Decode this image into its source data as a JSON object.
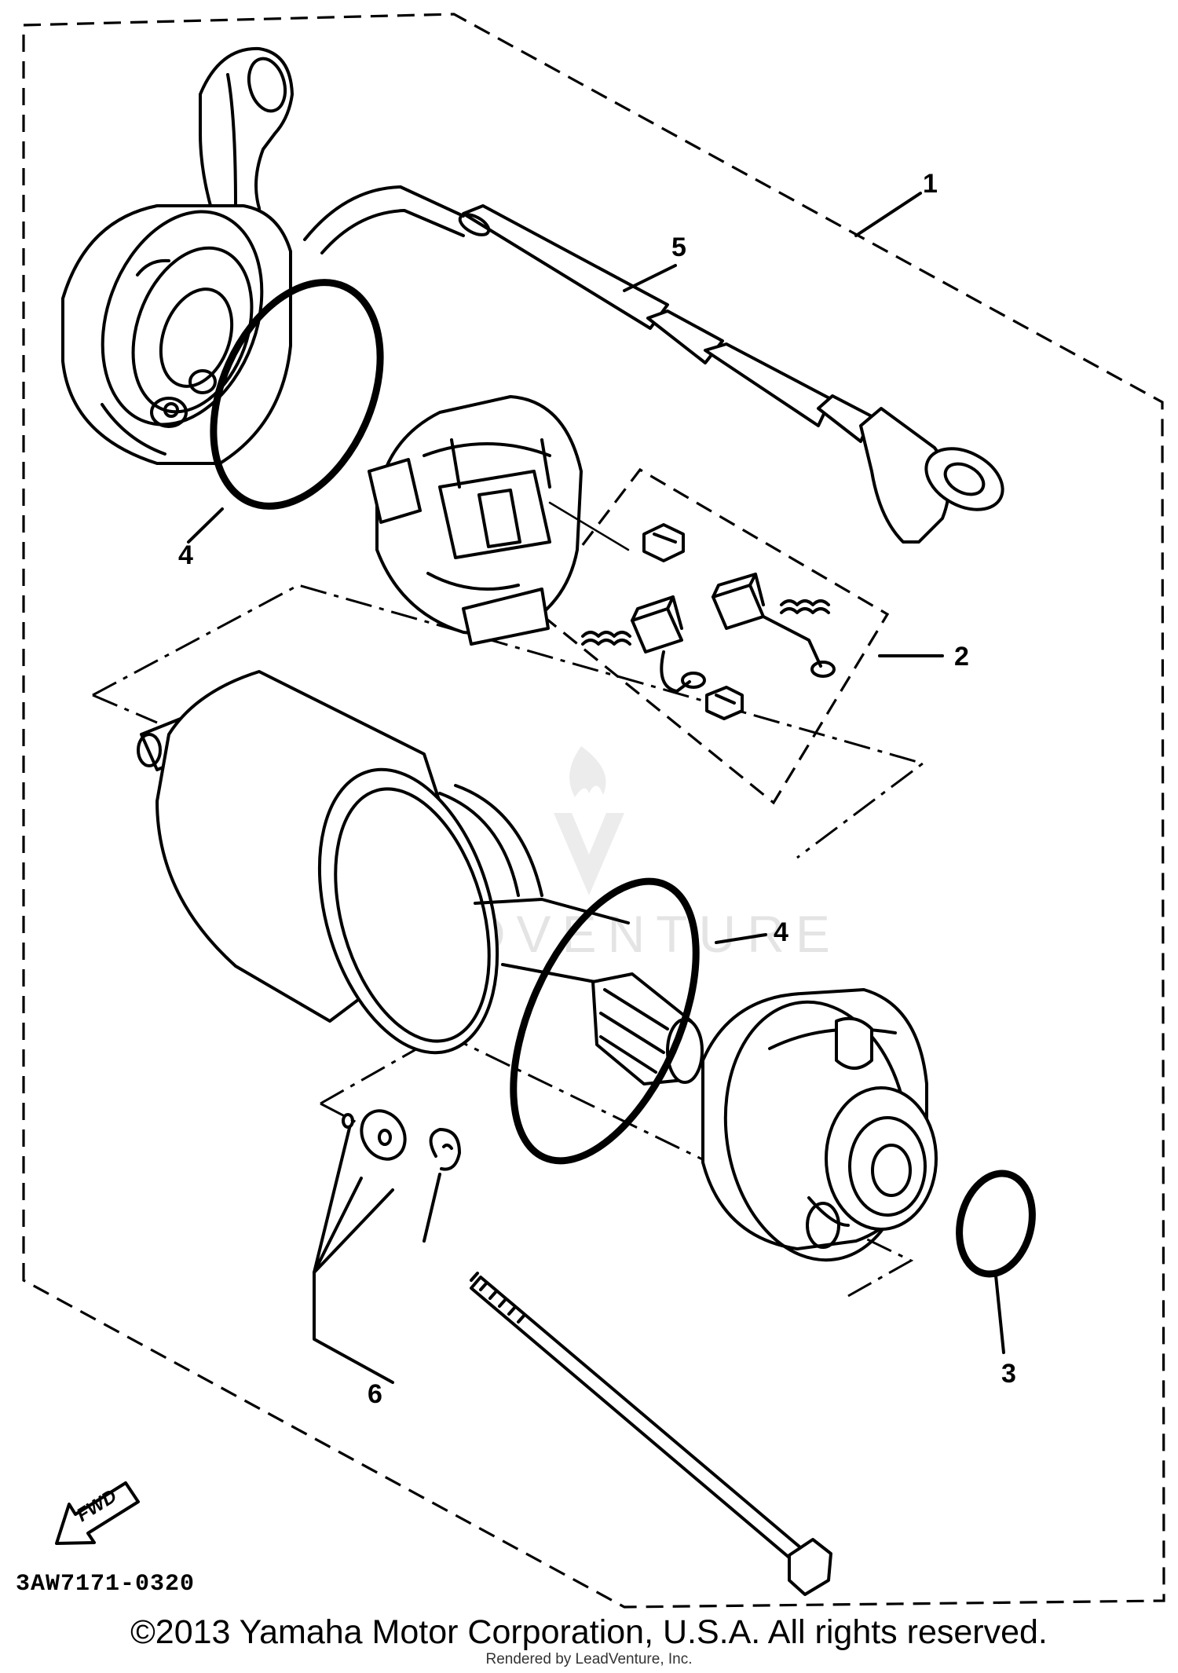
{
  "diagram": {
    "drawing_code": "3AW7171-0320",
    "fwd_label": "FWD",
    "watermark": "LEADVENTURE",
    "callouts": [
      {
        "id": "1",
        "label": "1"
      },
      {
        "id": "2",
        "label": "2"
      },
      {
        "id": "3",
        "label": "3"
      },
      {
        "id": "4a",
        "label": "4"
      },
      {
        "id": "4b",
        "label": "4"
      },
      {
        "id": "5",
        "label": "5"
      },
      {
        "id": "6",
        "label": "6"
      }
    ]
  },
  "footer": {
    "copyright": "©2013 Yamaha Motor Corporation, U.S.A. All rights reserved.",
    "rendered_by": "Rendered by LeadVenture, Inc."
  }
}
